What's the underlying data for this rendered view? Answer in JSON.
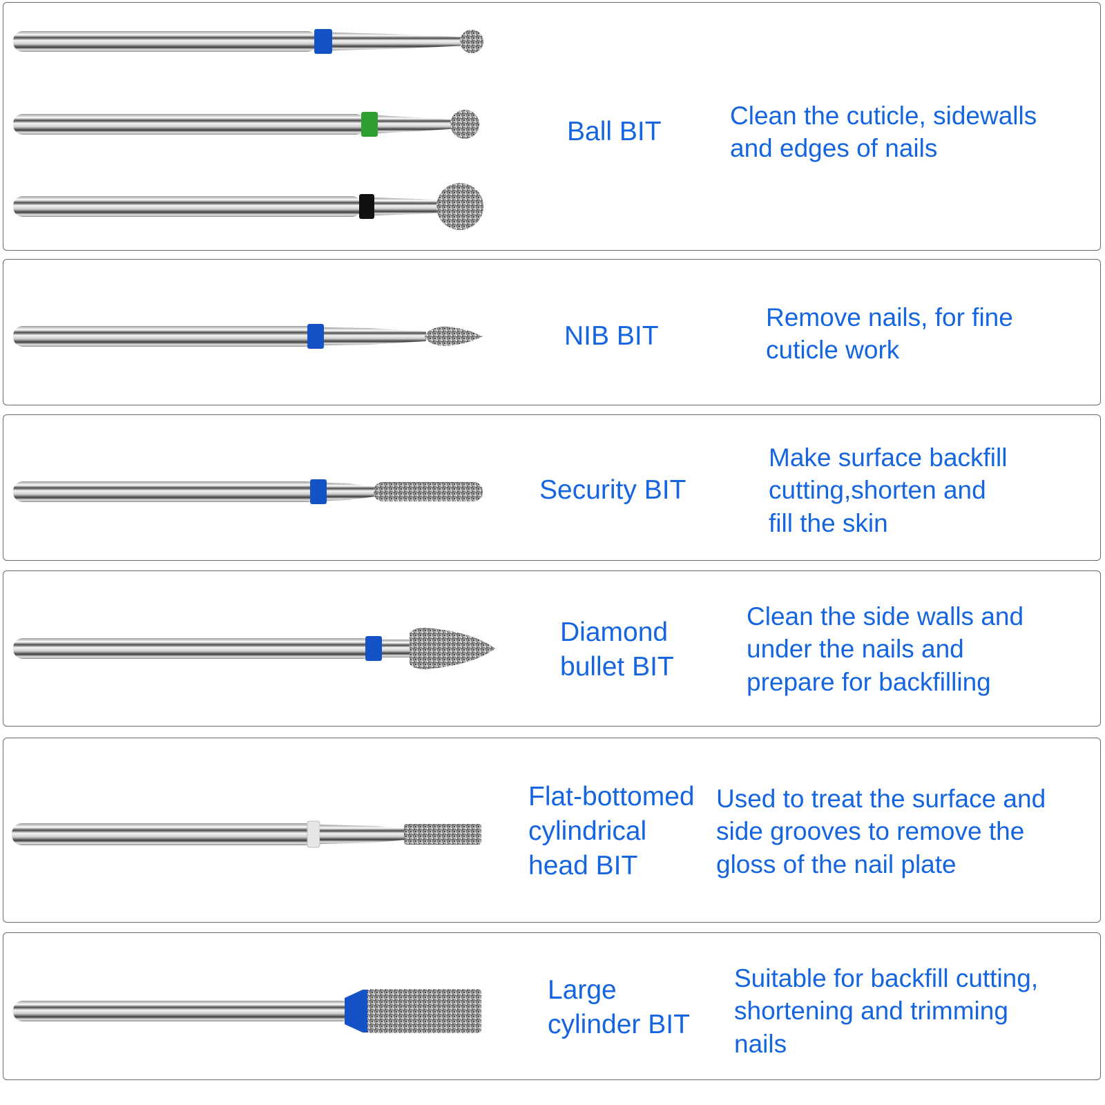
{
  "colors": {
    "text": "#1565e0",
    "panel_border": "#6b6b6b",
    "band_blue": "#1552c8",
    "band_green": "#2fa02f",
    "band_black": "#111111",
    "band_white": "#e6e6e6"
  },
  "rows": [
    {
      "name": "Ball BIT",
      "description": "Clean the cuticle, sidewalls\nand edges of nails",
      "bits": [
        {
          "band": "blue",
          "head": "small-ball"
        },
        {
          "band": "green",
          "head": "medium-ball"
        },
        {
          "band": "black",
          "head": "large-ball"
        }
      ]
    },
    {
      "name": "NIB BIT",
      "description": "Remove nails, for fine\ncuticle work",
      "bits": [
        {
          "band": "blue",
          "head": "nib"
        }
      ]
    },
    {
      "name": "Security BIT",
      "description": "Make surface backfill\ncutting,shorten and\nfill the skin",
      "bits": [
        {
          "band": "blue",
          "head": "rounded-cylinder"
        }
      ]
    },
    {
      "name": "Diamond\nbullet BIT",
      "description": "Clean the side walls and\nunder the nails and\nprepare for backfilling",
      "bits": [
        {
          "band": "blue",
          "head": "bullet"
        }
      ]
    },
    {
      "name": "Flat-bottomed\ncylindrical\nhead BIT",
      "description": "Used to treat the surface and\nside grooves to remove the\ngloss of the nail plate",
      "bits": [
        {
          "band": "white",
          "head": "flat-cylinder"
        }
      ]
    },
    {
      "name": "Large\ncylinder BIT",
      "description": "Suitable for backfill cutting,\nshortening and trimming\nnails",
      "bits": [
        {
          "band": "blue",
          "head": "large-cylinder"
        }
      ]
    }
  ]
}
